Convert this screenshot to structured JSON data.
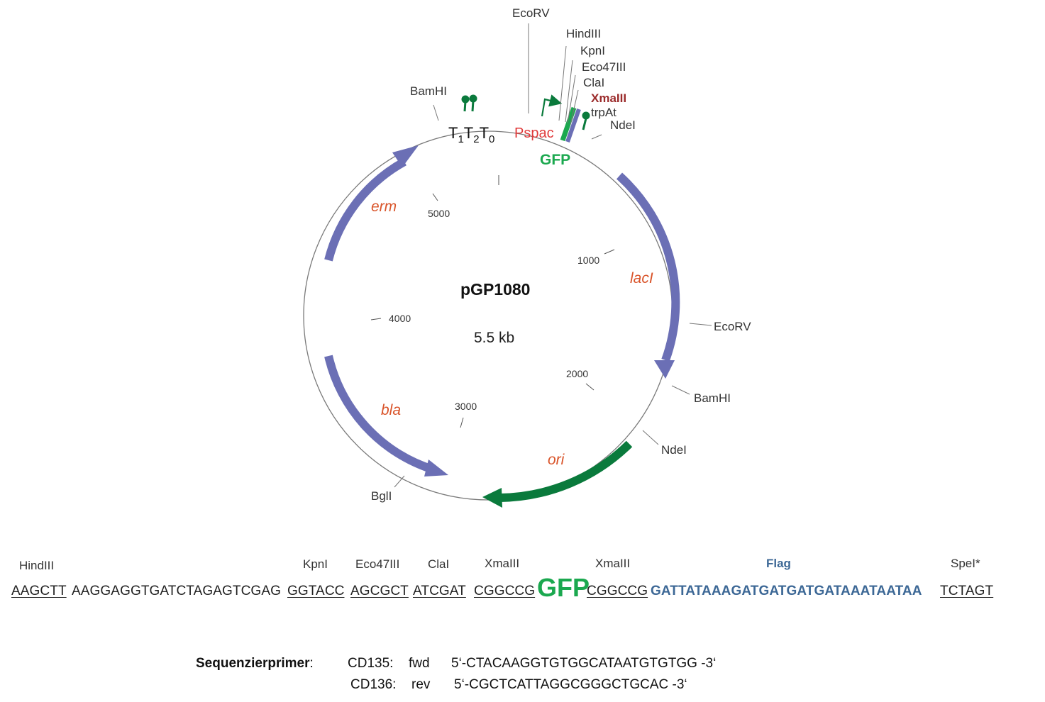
{
  "map": {
    "title": "pGP1080",
    "size": "5.5 kb",
    "promoter": "Pspac",
    "reporter": "GFP",
    "terminators": {
      "t1": "T",
      "s1": "1",
      "t2": "T",
      "s2": "2",
      "t3": "T",
      "s3": "0"
    },
    "genes": [
      "erm",
      "lacI",
      "bla",
      "ori"
    ],
    "ticks": [
      "1000",
      "2000",
      "3000",
      "4000",
      "5000"
    ],
    "sites": {
      "ecorv_top": "EcoRV",
      "hindiii": "HindIII",
      "kpni": "KpnI",
      "eco47iii": "Eco47III",
      "clai": "ClaI",
      "xmaiii": "XmaIII",
      "trpat": "trpAt",
      "ndei_top": "NdeI",
      "bamhi_top": "BamHI",
      "ecorv_right": "EcoRV",
      "bamhi_right": "BamHI",
      "ndei_right": "NdeI",
      "bgli": "BglI"
    },
    "colors": {
      "gene_arrow": "#6b6fb5",
      "ori_arrow": "#0a7a3c",
      "gfp": "#1ba84f",
      "promoter_text": "#e03a3a",
      "xmaiii_text": "#9b2b2b",
      "gene_text": "#d9542a"
    }
  },
  "mcs": {
    "labels": {
      "hindiii": "HindIII",
      "kpni": "KpnI",
      "eco47iii": "Eco47III",
      "clai": "ClaI",
      "xmaiii_1": "XmaIII",
      "xmaiii_2": "XmaIII",
      "flag": "Flag",
      "spei": "SpeI*"
    },
    "seq": {
      "hindiii": "AAGCTT",
      "linker": "AAGGAGGTGATCTAGAGTCGAG",
      "kpni": "GGTACC",
      "eco47iii": "AGCGCT",
      "clai": "ATCGAT",
      "xmaiii_1": "CGGCCG",
      "gfp": "GFP",
      "xmaiii_2": "CGGCCG",
      "flag": "GATTATAAAGATGATGATGATAAATAATAA",
      "spei": "TCTAGT"
    }
  },
  "primers": {
    "heading": "Sequenzierprimer",
    "colon": ":",
    "fwd": {
      "name": "CD135:",
      "dir": "fwd",
      "seq": "5‘-CTACAAGGTGTGGCATAATGTGTGG -3‘"
    },
    "rev": {
      "name": "CD136:",
      "dir": "rev",
      "seq": "5‘-CGCTCATTAGGCGGGCTGCAC -3‘"
    }
  }
}
